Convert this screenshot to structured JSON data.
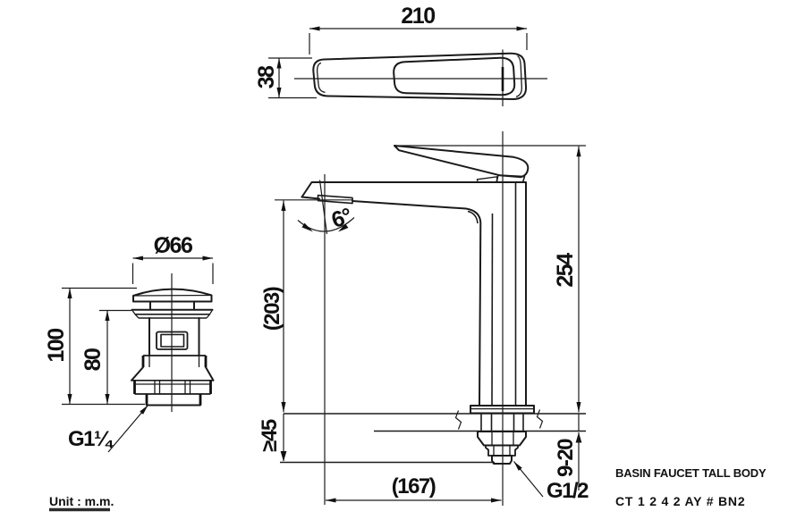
{
  "title_block": {
    "product_name": "BASIN FAUCET TALL BODY",
    "product_code": "CT 1 2 4 2 AY # BN2"
  },
  "footer": {
    "unit_note": "Unit : m.m."
  },
  "dims": {
    "top_width": "210",
    "top_depth": "38",
    "overall_height": "254",
    "spout_height": "(203)",
    "spout_reach": "(167)",
    "spout_angle": "6°",
    "counter_thickness": "9-20",
    "min_clearance": "≥45",
    "supply_thread": "G1/2",
    "drain_cap_diameter": "Ø66",
    "drain_height": "100",
    "drain_body_height": "80",
    "drain_thread": "G1¼"
  },
  "colors": {
    "line": "#1a1a1a",
    "text": "#111111",
    "background": "#ffffff"
  }
}
